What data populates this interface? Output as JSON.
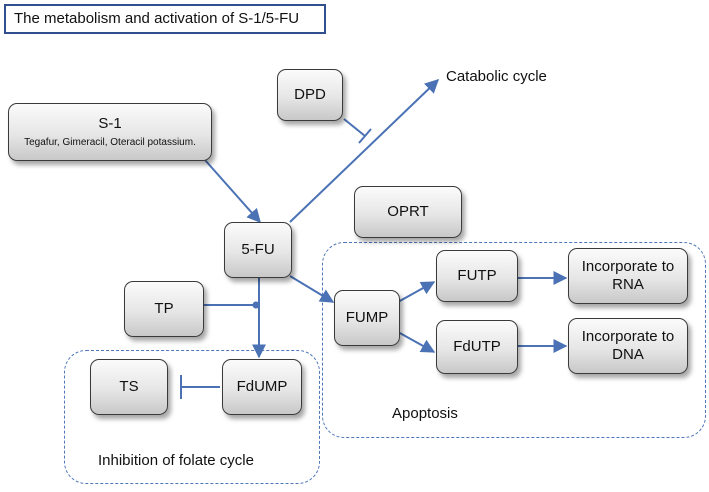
{
  "title": "The metabolism and activation of S-1/5-FU",
  "nodes": {
    "s1": {
      "label": "S-1",
      "sublabel": "Tegafur, Gimeracil, Oteracil potassium."
    },
    "dpd": {
      "label": "DPD"
    },
    "fu5": {
      "label": "5-FU"
    },
    "oprt": {
      "label": "OPRT"
    },
    "tp": {
      "label": "TP"
    },
    "fump": {
      "label": "FUMP"
    },
    "futp": {
      "label": "FUTP"
    },
    "fdutp": {
      "label": "FdUTP"
    },
    "rna": {
      "label": "Incorporate to RNA"
    },
    "dna": {
      "label": "Incorporate to DNA"
    },
    "ts": {
      "label": "TS"
    },
    "fdump": {
      "label": "FdUMP"
    }
  },
  "labels": {
    "catabolic": "Catabolic cycle",
    "apoptosis": "Apoptosis",
    "inhibition": "Inhibition of folate cycle"
  },
  "colors": {
    "edge": "#4a72b5",
    "group_border": "#4f76b8",
    "title_border": "#2f4f8f"
  }
}
